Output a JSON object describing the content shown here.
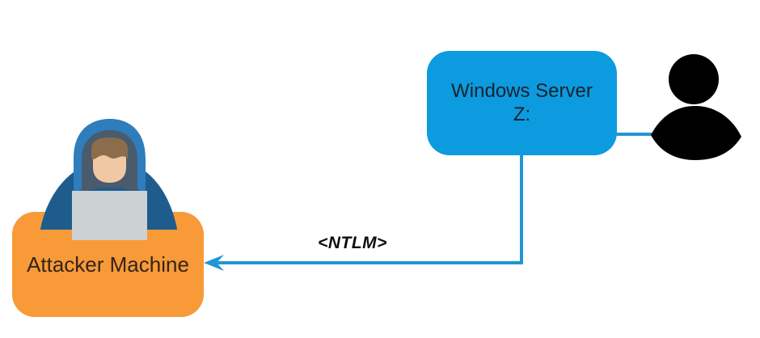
{
  "nodes": {
    "server": {
      "label_line1": "Windows Server",
      "label_line2": "Z:",
      "fill": "#0c9bdf",
      "text_color": "#17222e"
    },
    "attacker": {
      "label": "Attacker Machine",
      "fill": "#f89a38",
      "text_color": "#33241a"
    }
  },
  "arrow": {
    "label": "<NTLM>",
    "color": "#2096d6"
  },
  "icons": {
    "user": {
      "name": "user-silhouette-icon",
      "color": "#000000"
    },
    "hacker": {
      "name": "hooded-hacker-icon",
      "hood_color": "#2e7dbc",
      "hood_inner_color": "#4a5b6b",
      "body_color": "#1e5c8e",
      "face_color": "#f0c9a4",
      "hair_color": "#8b6d4c",
      "laptop_color": "#ccd1d4"
    }
  }
}
